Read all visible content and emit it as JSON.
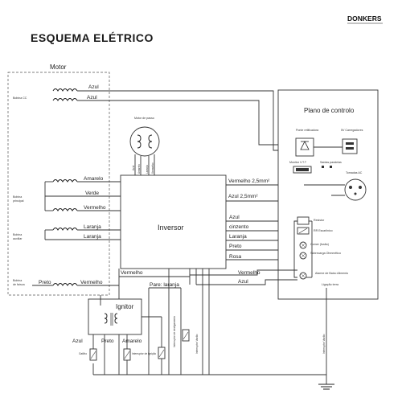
{
  "header": {
    "title": "ESQUEMA ELÉTRICO",
    "brand": "DONKERS"
  },
  "motor": {
    "label": "Motor",
    "groups": [
      {
        "name": "Bobina CC",
        "wires": [
          "Azul",
          "Azul"
        ]
      },
      {
        "name": "Bobina principal",
        "wires": [
          "Amarelo",
          "Verde",
          "Vermelho"
        ]
      },
      {
        "name": "Bobina auxiliar",
        "wires": [
          "Laranja",
          "Laranja"
        ]
      },
      {
        "name": "Bobina de faísca",
        "wires": [
          "Preto",
          "Vermelho"
        ]
      }
    ],
    "stepper": {
      "label": "Motor de passo",
      "pins": [
        "Azul",
        "Amarelo",
        "Laranja",
        "Vermelho"
      ]
    }
  },
  "inverter": {
    "label": "Inversor",
    "right_wires": [
      "Vermelho 2,5mm²",
      "Azul 2,5mm²",
      "Azul",
      "cinzento",
      "Laranja",
      "Preto",
      "Rosa",
      "Vermelho",
      "Azul"
    ],
    "bottom_wires": [
      "Vermelho",
      "Pare: laranja"
    ]
  },
  "control_panel": {
    "label": "Plano de controlo",
    "components": [
      "Ponte retificadora",
      "5V Carregadores",
      "Monitor V.T.T",
      "Saídas paralelas",
      "Tomadas AC",
      "Resistor",
      "RR Escarlinico",
      "Comer (fusão)",
      "Sobrecarga Ohmmético",
      "Alarme de Baixo Alimento",
      "Ligação terra"
    ]
  },
  "ignitor": {
    "label": "Ignitor",
    "wires": [
      "Azul",
      "Preto",
      "Amarelo"
    ],
    "parts": [
      "Gatilho",
      "Interruptor de ignição",
      "Interruptor de desligamento",
      "Interruptor Vazão",
      "Interruptor Vazão"
    ]
  }
}
